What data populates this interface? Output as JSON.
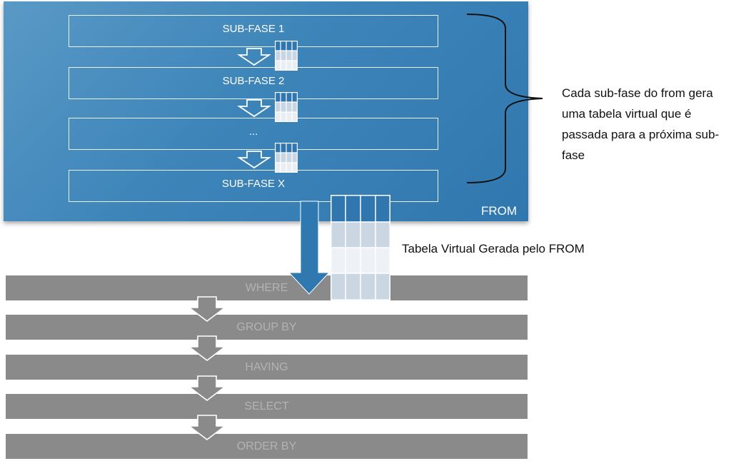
{
  "from_block": {
    "label": "FROM",
    "subphases": [
      "SUB-FASE 1",
      "SUB-FASE 2",
      "...",
      "SUB-FASE X"
    ]
  },
  "note": "Cada sub-fase do from gera uma tabela virtual que é passada para a próxima sub-fase",
  "virtual_table_label": "Tabela Virtual Gerada pelo FROM",
  "phases": [
    "WHERE",
    "GROUP BY",
    "HAVING",
    "SELECT",
    "ORDER BY"
  ],
  "colors": {
    "from_panel": "#3d85b9",
    "phase_bar": "#8a8a8a",
    "phase_text": "#b3b3b3",
    "big_arrow": "#2f78b0"
  }
}
